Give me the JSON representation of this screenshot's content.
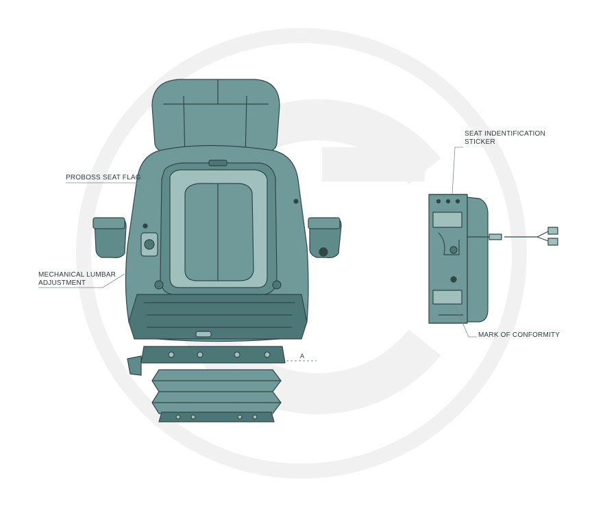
{
  "labels": {
    "proboss_seat_flag": "PROBOSS SEAT FLAG",
    "lumbar_line1": "MECHANICAL LUMBAR",
    "lumbar_line2": "ADJUSTMENT",
    "sticker_line1": "SEAT INDENTIFICATION",
    "sticker_line2": "STICKER",
    "mark_of_conformity": "MARK OF CONFORMITY",
    "dimension_a": "A"
  },
  "colors": {
    "seat_fill": "#6f9a99",
    "seat_dark": "#4d7776",
    "seat_light": "#9fc0bd",
    "outline": "#2e4746",
    "watermark": "#f1f1f1",
    "leader": "#7a8a8a"
  }
}
